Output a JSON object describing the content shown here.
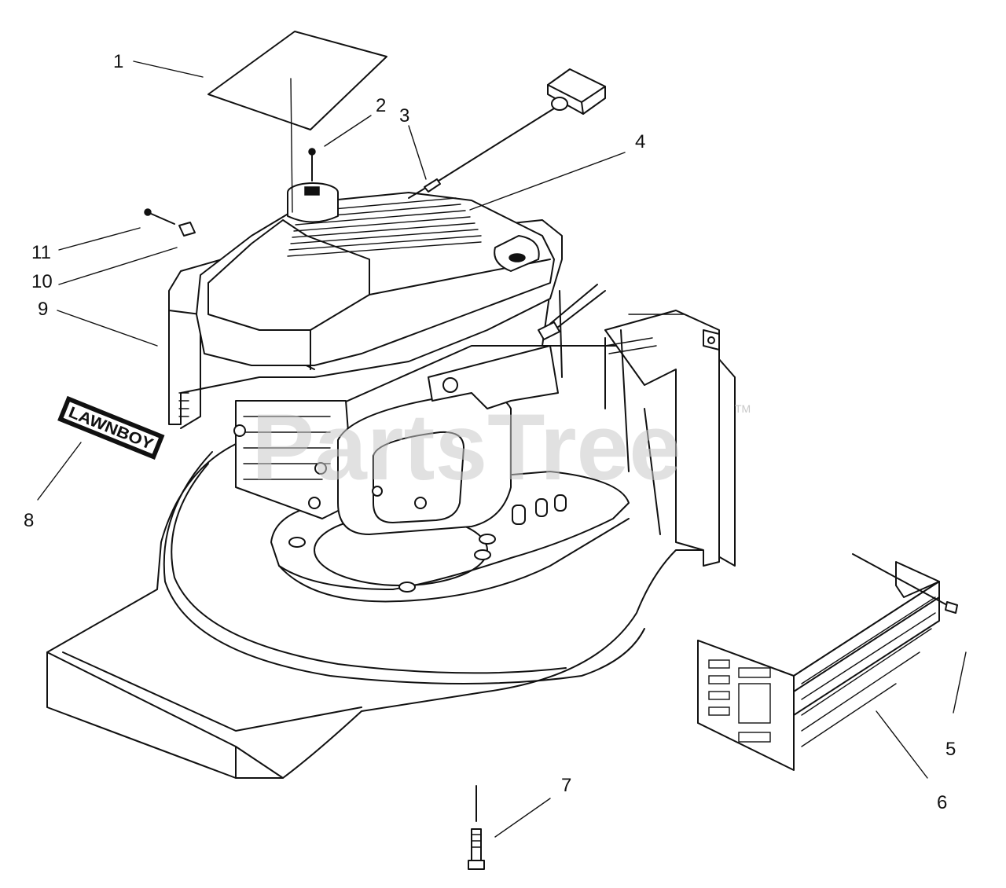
{
  "watermark": {
    "text": "PartsTree",
    "mark": "TM"
  },
  "decal_text": "LAWNBOY",
  "callouts": [
    {
      "id": "1",
      "label": "1"
    },
    {
      "id": "2",
      "label": "2"
    },
    {
      "id": "3",
      "label": "3"
    },
    {
      "id": "4",
      "label": "4"
    },
    {
      "id": "5",
      "label": "5"
    },
    {
      "id": "6",
      "label": "6"
    },
    {
      "id": "7",
      "label": "7"
    },
    {
      "id": "8",
      "label": "8"
    },
    {
      "id": "9",
      "label": "9"
    },
    {
      "id": "10",
      "label": "10"
    },
    {
      "id": "11",
      "label": "11"
    }
  ]
}
